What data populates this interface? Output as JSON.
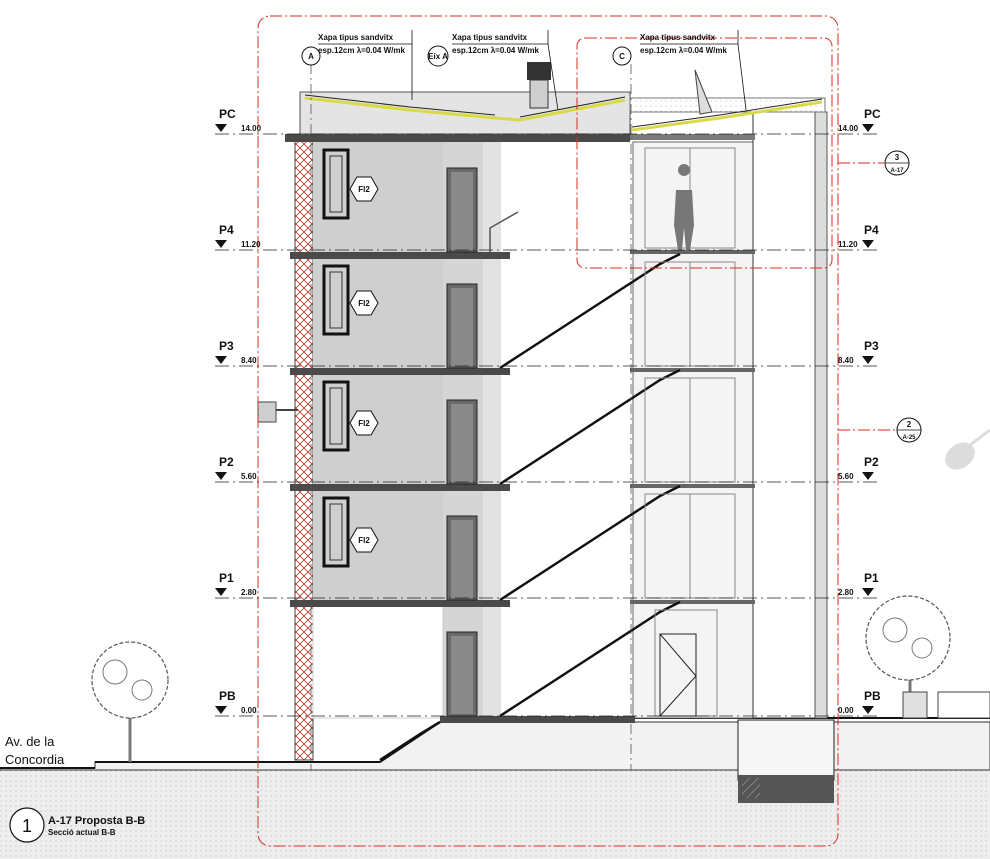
{
  "street_label": [
    "Av. de la",
    "Concordia"
  ],
  "title_block": {
    "number": "1",
    "title": "A-17 Proposta B-B",
    "subtitle": "Secció actual B-B"
  },
  "roof_notes": [
    {
      "line1": "Xapa tipus sandvitx",
      "line2": "esp.12cm λ=0.04 W/mk"
    },
    {
      "line1": "Xapa tipus sandvitx",
      "line2": "esp.12cm λ=0.04 W/mk"
    },
    {
      "line1": "Xapa tipus sandvitx",
      "line2": "esp.12cm λ=0.04 W/mk"
    }
  ],
  "grid_axes": [
    "A",
    "Eix A",
    "C"
  ],
  "levels": [
    {
      "name": "PC",
      "elevation": "14.00"
    },
    {
      "name": "P4",
      "elevation": "11.20"
    },
    {
      "name": "P3",
      "elevation": "8.40"
    },
    {
      "name": "P2",
      "elevation": "5.60"
    },
    {
      "name": "P1",
      "elevation": "2.80"
    },
    {
      "name": "PB",
      "elevation": "0.00"
    }
  ],
  "window_tags": [
    "FI2",
    "FI2",
    "FI2",
    "FI2"
  ],
  "detail_callouts": [
    {
      "number": "3",
      "sheet": "A-17"
    },
    {
      "number": "2",
      "sheet": "A-25"
    }
  ],
  "colors": {
    "cut_line": "#d62c1f",
    "concrete": "#cfcfcf",
    "slab": "#4a4a4a",
    "insulation": "#d9d94a",
    "ground": "#e8e8e8",
    "ink": "#111111"
  }
}
